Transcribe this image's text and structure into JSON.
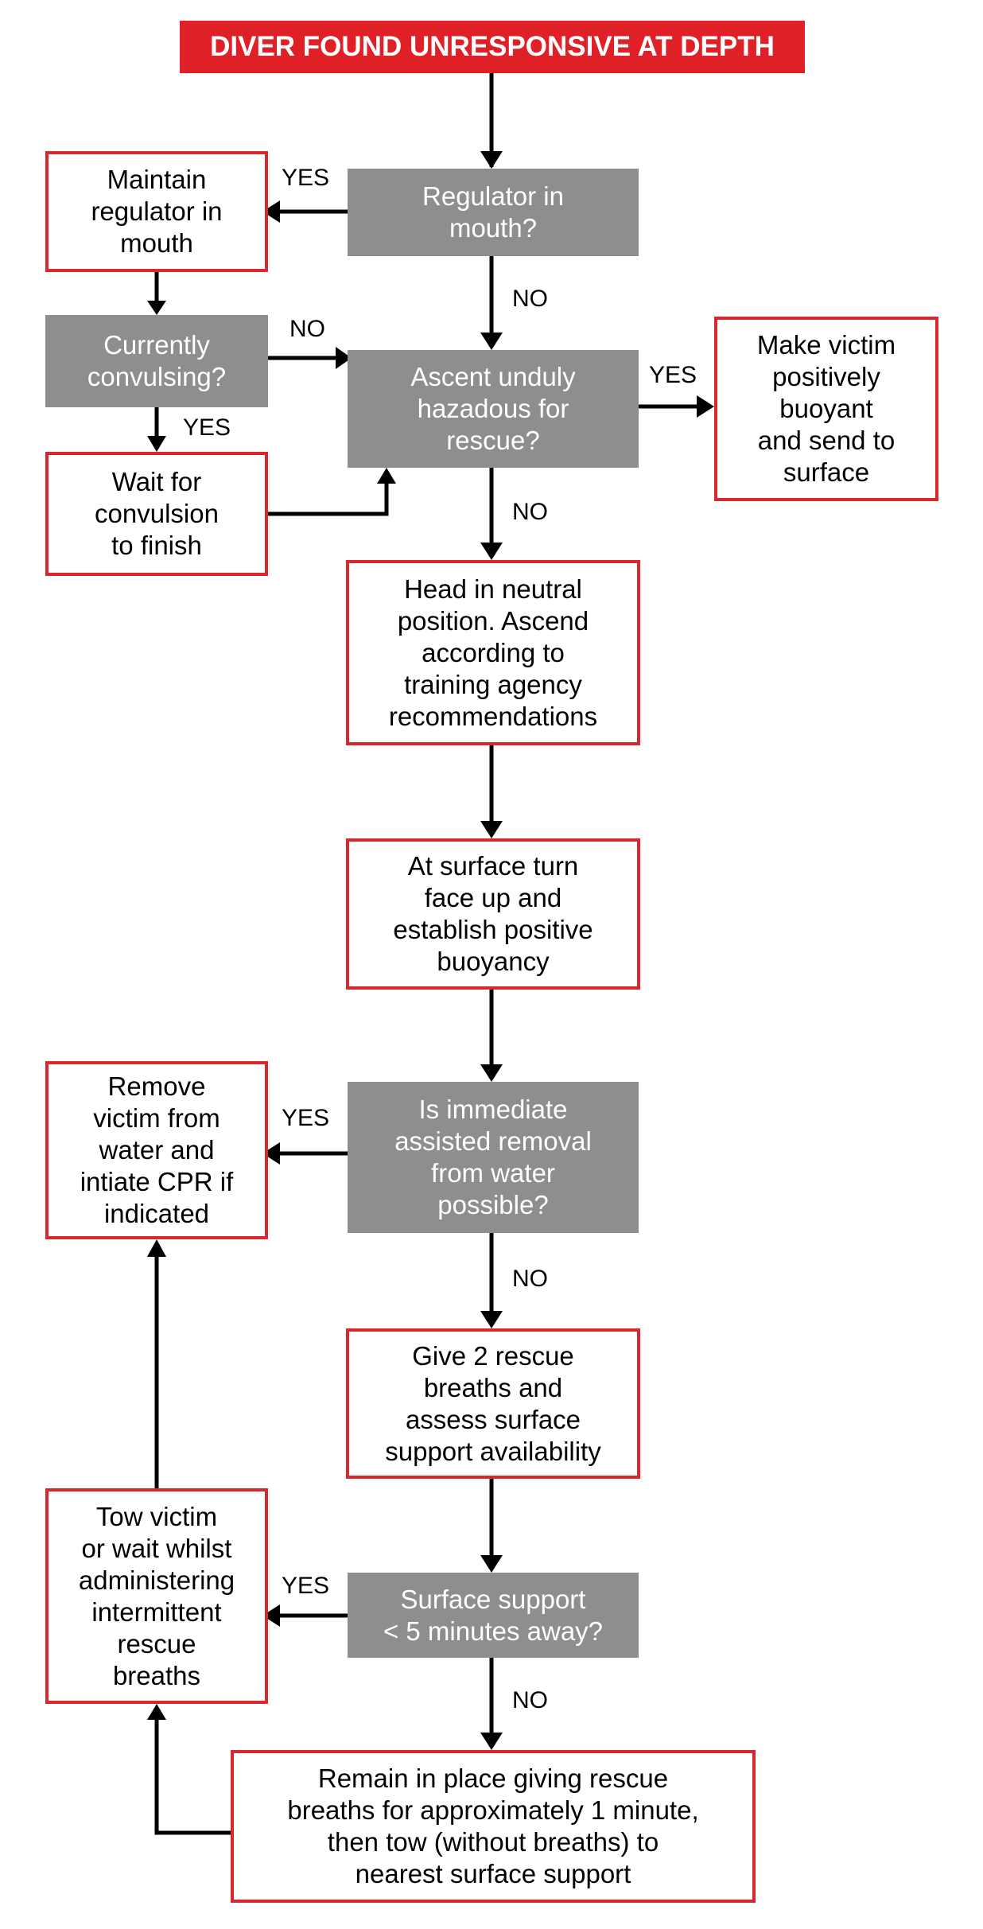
{
  "colors": {
    "accent_red": "#e02027",
    "box_border": "#d9272e",
    "decision_gray": "#8e8e8e",
    "arrow": "#000000"
  },
  "nodes": {
    "start": "DIVER FOUND UNRESPONSIVE AT DEPTH",
    "regulator_in_mouth": "Regulator in\nmouth?",
    "maintain_regulator": "Maintain\nregulator in\nmouth",
    "currently_convulsing": "Currently\nconvulsing?",
    "wait_convulsion": "Wait for\nconvulsion\nto finish",
    "ascent_hazardous": "Ascent unduly\nhazadous for\nrescue?",
    "make_buoyant": "Make victim\npositively\nbuoyant\nand send to\nsurface",
    "head_neutral": "Head in neutral\nposition. Ascend\naccording to\ntraining agency\nrecommendations",
    "at_surface": "At surface turn\nface up and\nestablish positive\nbuoyancy",
    "immediate_removal": "Is immediate\nassisted removal\nfrom water\npossible?",
    "remove_victim": "Remove\nvictim from\nwater and\nintiate CPR if\nindicated",
    "give_breaths": "Give 2 rescue\nbreaths and\nassess surface\nsupport availability",
    "surface_support": "Surface support\n< 5 minutes away?",
    "tow_victim": "Tow victim\nor wait whilst\nadministering\nintermittent\nrescue\nbreaths",
    "remain_in_place": "Remain in place giving rescue\nbreaths for approximately 1 minute,\nthen tow (without breaths) to\nnearest surface support"
  },
  "edge_labels": {
    "regulator_yes": "YES",
    "regulator_no": "NO",
    "convulsing_no": "NO",
    "convulsing_yes": "YES",
    "ascent_yes": "YES",
    "ascent_no": "NO",
    "removal_yes": "YES",
    "removal_no": "NO",
    "support_yes": "YES",
    "support_no": "NO"
  }
}
